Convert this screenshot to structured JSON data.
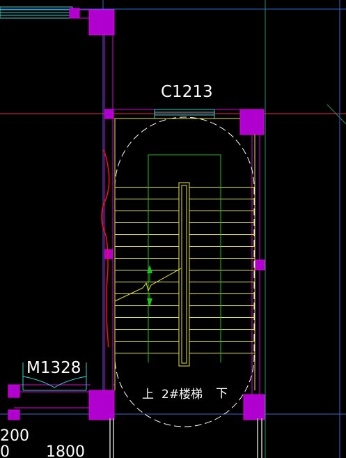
{
  "drawing": {
    "window_tag": "C1213",
    "door_tag": "M1328",
    "stair_label": "2#楼梯",
    "up_marker": "上",
    "down_marker": "下",
    "dim_left": "200",
    "dim_left_partial": "0",
    "dim_right": "1800"
  },
  "colors": {
    "background": "#000000",
    "axis_blue": "#2f6bd6",
    "axis_red": "#e0304a",
    "column_magenta": "#b000d0",
    "wall_magenta": "#e000e0",
    "stair_yellow": "#e8e83a",
    "handrail_green": "#20c020",
    "window_cyan": "#30d0d0",
    "outline_white": "#ffffff",
    "grey_edge": "#9a9a9a",
    "red_curve": "#ff1010"
  },
  "icons": {
    "break_line": "zigzag-break-line-icon",
    "arrow_up": "green-arrow-up-icon",
    "arrow_down": "green-arrow-down-icon"
  }
}
